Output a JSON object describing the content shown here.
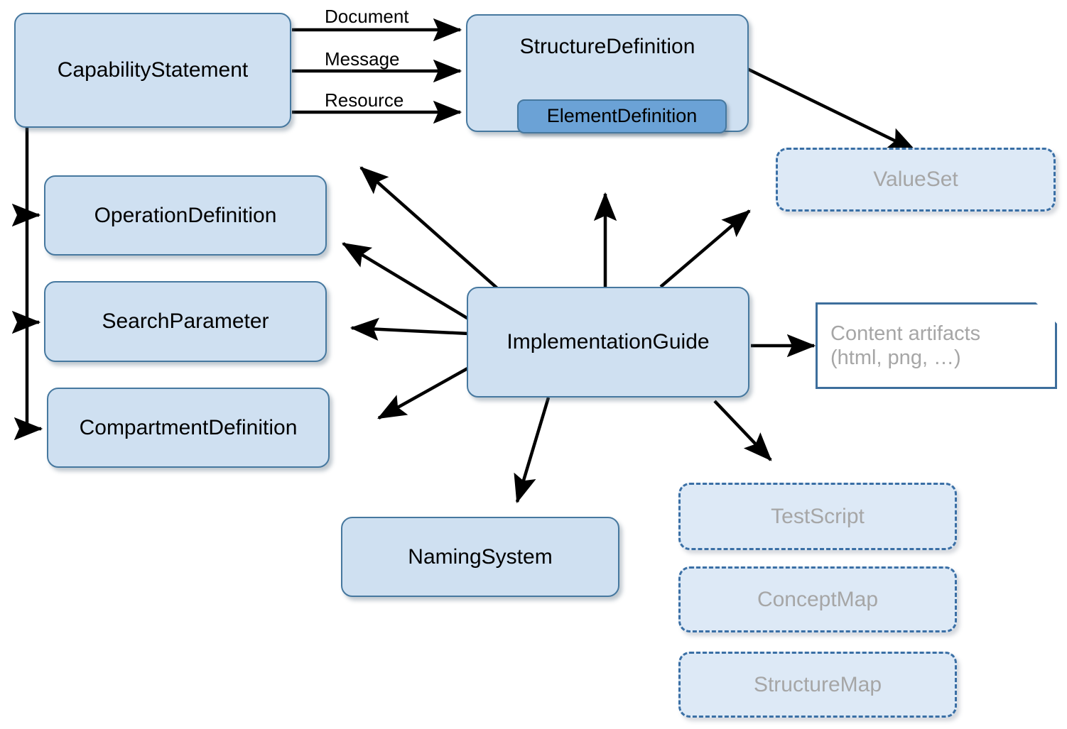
{
  "diagram": {
    "title": "FHIR Conformance and Implementation Guide resource relationships",
    "colors": {
      "node_fill": "#cfe0f1",
      "node_border": "#46789f",
      "inner_fill": "#6ba2d6",
      "optional_fill": "#dde9f6",
      "optional_border": "#3a6fa5",
      "optional_text": "#a6a6a6",
      "note_fill": "#ffffff",
      "note_border": "#3d6e9c",
      "arrow": "#000000",
      "background": "#ffffff"
    }
  },
  "nodes": {
    "capability_statement": {
      "label": "CapabilityStatement"
    },
    "structure_definition": {
      "label": "StructureDefinition"
    },
    "element_definition": {
      "label": "ElementDefinition"
    },
    "value_set": {
      "label": "ValueSet"
    },
    "operation_definition": {
      "label": "OperationDefinition"
    },
    "search_parameter": {
      "label": "SearchParameter"
    },
    "compartment_definition": {
      "label": "CompartmentDefinition"
    },
    "implementation_guide": {
      "label": "ImplementationGuide"
    },
    "content_artifacts": {
      "label": "Content artifacts\n(html, png, …)"
    },
    "naming_system": {
      "label": "NamingSystem"
    },
    "test_script": {
      "label": "TestScript"
    },
    "concept_map": {
      "label": "ConceptMap"
    },
    "structure_map": {
      "label": "StructureMap"
    }
  },
  "edge_labels": {
    "document": "Document",
    "message": "Message",
    "resource": "Resource"
  },
  "edges": [
    {
      "from": "capability_statement",
      "to": "structure_definition",
      "label": "Document"
    },
    {
      "from": "capability_statement",
      "to": "structure_definition",
      "label": "Message"
    },
    {
      "from": "capability_statement",
      "to": "structure_definition",
      "label": "Resource"
    },
    {
      "from": "capability_statement",
      "to": "operation_definition",
      "label": ""
    },
    {
      "from": "capability_statement",
      "to": "search_parameter",
      "label": ""
    },
    {
      "from": "capability_statement",
      "to": "compartment_definition",
      "label": ""
    },
    {
      "from": "structure_definition",
      "to": "value_set",
      "label": ""
    },
    {
      "from": "implementation_guide",
      "to": "structure_definition",
      "label": ""
    },
    {
      "from": "implementation_guide",
      "to": "value_set",
      "label": ""
    },
    {
      "from": "implementation_guide",
      "to": "operation_definition",
      "label": ""
    },
    {
      "from": "implementation_guide",
      "to": "search_parameter",
      "label": ""
    },
    {
      "from": "implementation_guide",
      "to": "compartment_definition",
      "label": ""
    },
    {
      "from": "implementation_guide",
      "to": "content_artifacts",
      "label": ""
    },
    {
      "from": "implementation_guide",
      "to": "naming_system",
      "label": ""
    },
    {
      "from": "implementation_guide",
      "to": "test_script",
      "label": ""
    }
  ]
}
